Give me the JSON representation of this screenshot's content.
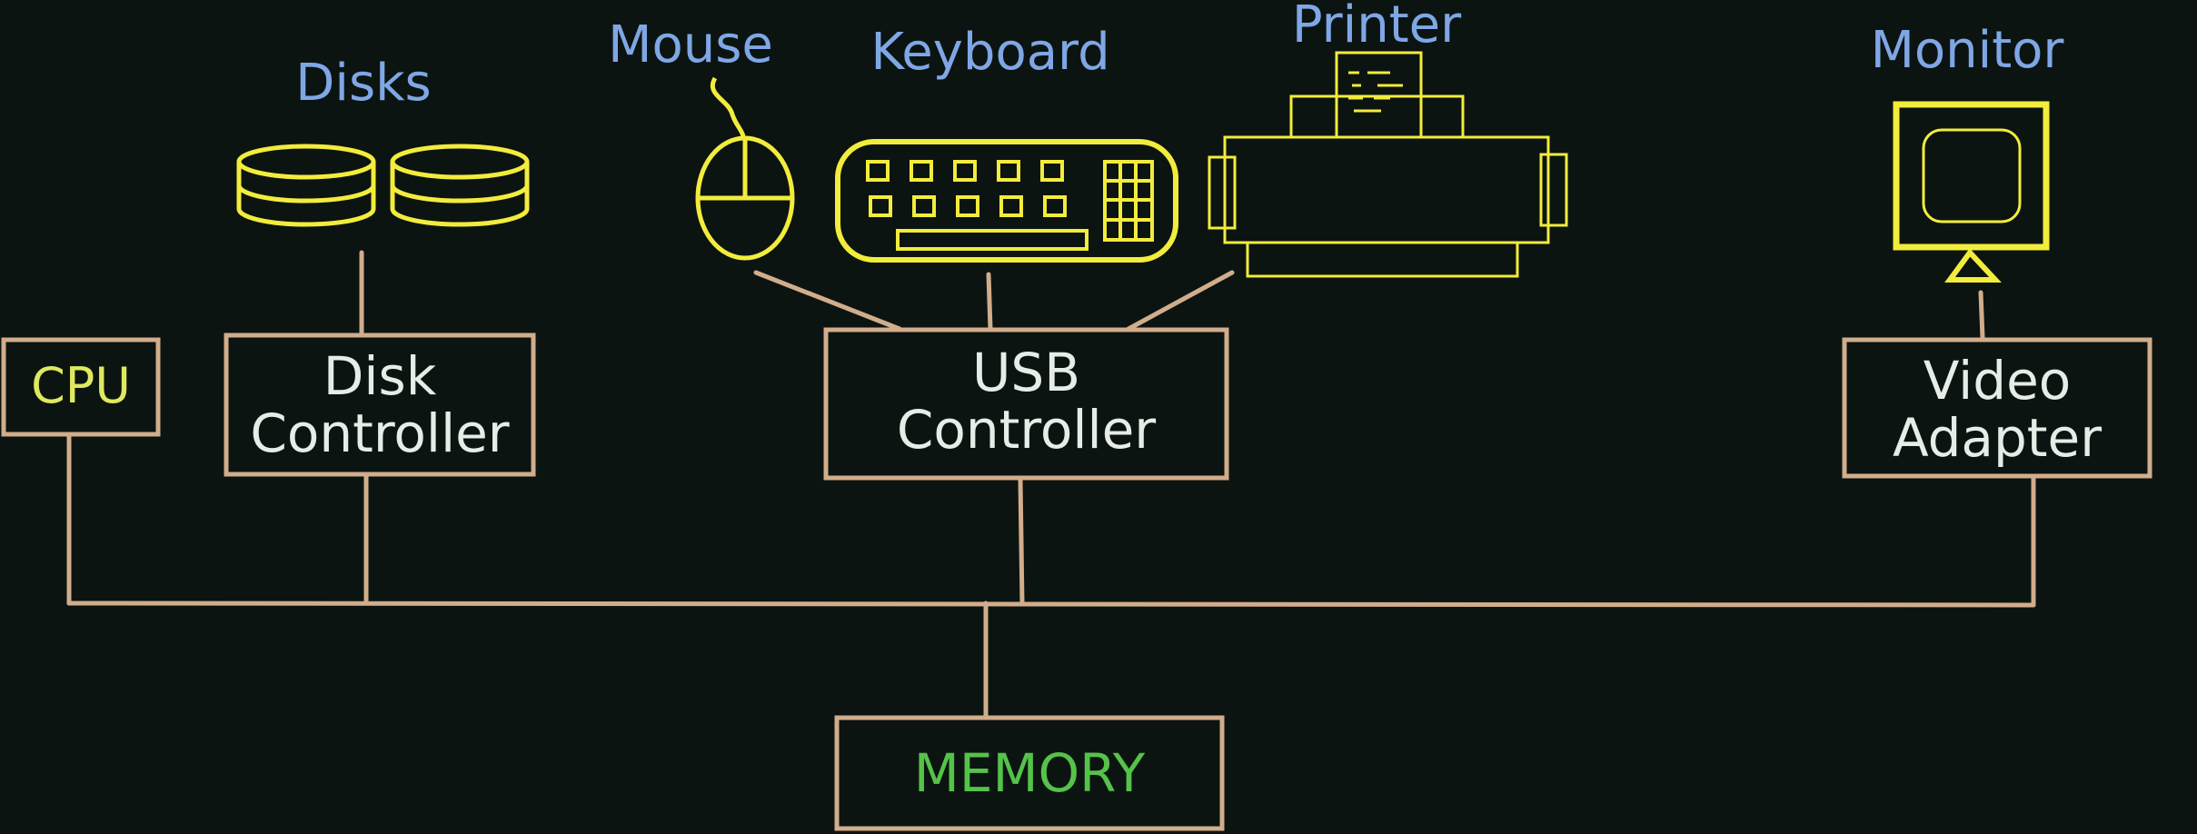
{
  "colors": {
    "background": "#0c1411",
    "wire": "#d1ad8c",
    "device_outline": "#f2ec3c",
    "device_label": "#7fa7e6",
    "box_label": "#e6ece6",
    "cpu_label": "#dfe95f",
    "memory_label": "#55c24a"
  },
  "devices": {
    "disks": "Disks",
    "mouse": "Mouse",
    "keyboard": "Keyboard",
    "printer": "Printer",
    "monitor": "Monitor"
  },
  "boxes": {
    "cpu": "CPU",
    "disk_controller": [
      "Disk",
      "Controller"
    ],
    "usb_controller": [
      "USB",
      "Controller"
    ],
    "video_adapter": [
      "Video",
      "Adapter"
    ],
    "memory": "MEMORY"
  },
  "icons": [
    "disk-icon",
    "mouse-icon",
    "keyboard-icon",
    "printer-icon",
    "monitor-icon"
  ]
}
